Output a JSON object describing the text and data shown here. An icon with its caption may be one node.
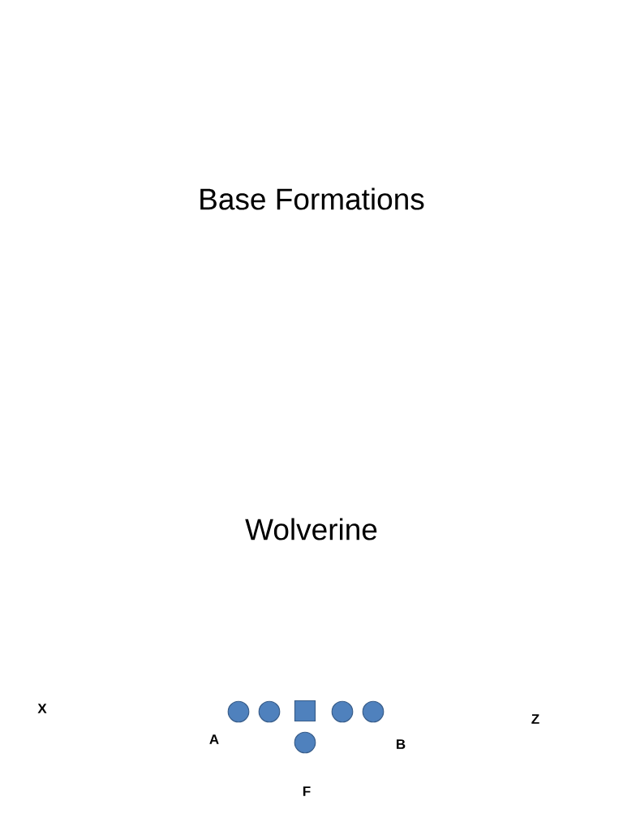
{
  "diagram": {
    "title": "Base Formations",
    "nodes": [
      {
        "text": [],
        "shape": "circle"
      },
      {
        "text": [],
        "shape": "circle"
      },
      {
        "text": [],
        "shape": "box"
      },
      {
        "text": [],
        "shape": "circle"
      },
      {
        "text": [],
        "shape": "circle"
      },
      {
        "text": [],
        "shape": "circle"
      }
    ],
    "labels": [
      "Wolverine",
      "X",
      "Z",
      "A",
      "B",
      "F"
    ]
  }
}
